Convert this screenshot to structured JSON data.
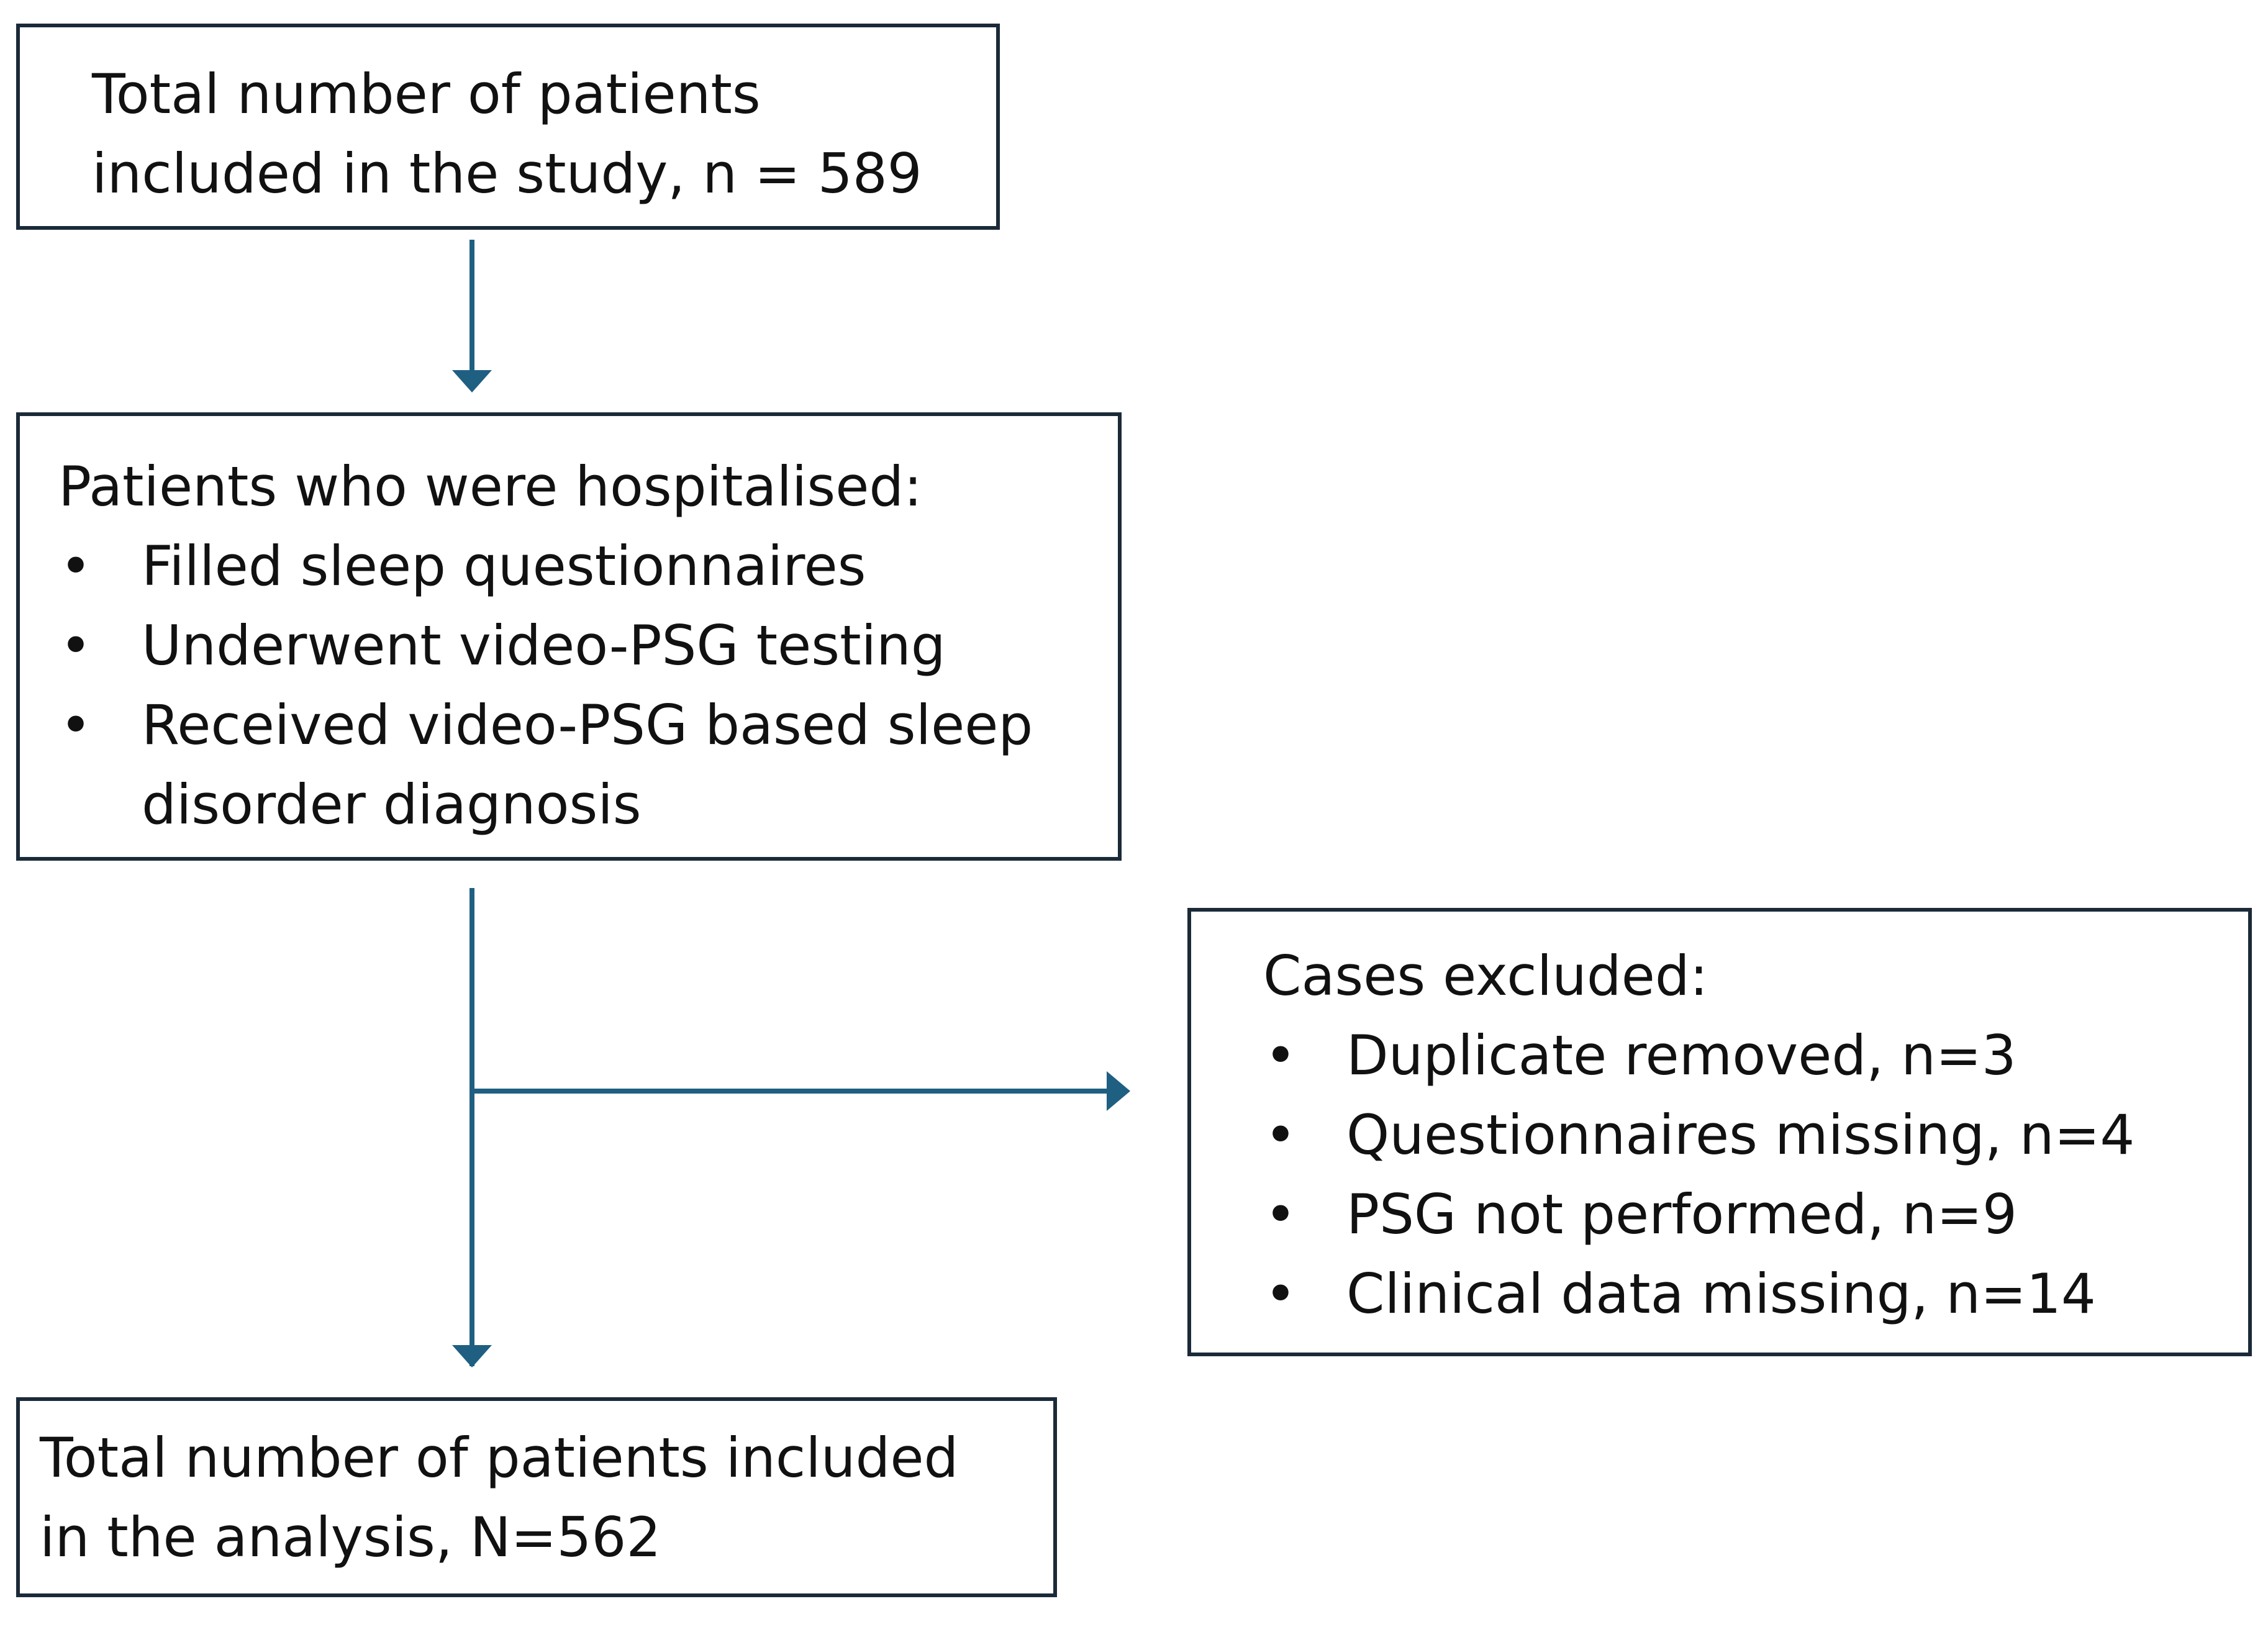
{
  "colors": {
    "box_border": "#1b2a38",
    "arrow": "#1f5f82",
    "text": "#111111",
    "background": "#ffffff"
  },
  "boxes": {
    "study_total": {
      "lines": [
        "Total number of patients",
        "included in the study,  n = 589"
      ]
    },
    "hospitalised": {
      "heading": "Patients who were hospitalised:",
      "bullet": "•",
      "items": [
        [
          "Filled sleep questionnaires"
        ],
        [
          "Underwent video-PSG testing"
        ],
        [
          "Received video-PSG based sleep",
          "disorder diagnosis"
        ]
      ]
    },
    "excluded": {
      "heading": "Cases excluded:",
      "bullet": "•",
      "items": [
        [
          "Duplicate removed, n=3"
        ],
        [
          "Questionnaires missing, n=4"
        ],
        [
          "PSG not performed, n=9"
        ],
        [
          "Clinical data missing, n=14"
        ]
      ]
    },
    "analysis_total": {
      "lines": [
        "Total number of patients included",
        "in the analysis, N=562"
      ]
    }
  }
}
